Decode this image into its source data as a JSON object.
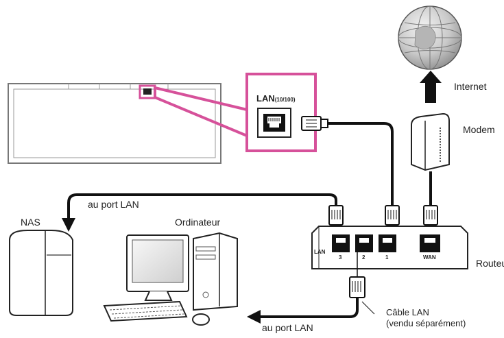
{
  "labels": {
    "internet": "Internet",
    "modem": "Modem",
    "nas": "NAS",
    "computer": "Ordinateur",
    "router": "Routeur",
    "to_lan_port_top": "au port LAN",
    "to_lan_port_bottom": "au port LAN",
    "lan_cable_line1": "Câble LAN",
    "lan_cable_line2": "(vendu séparément)"
  },
  "receiver_panel": {
    "port_label": "LAN",
    "port_speed": "(10/100)"
  },
  "router_ports": {
    "lan": "LAN",
    "port3": "3",
    "port2": "2",
    "port1": "1",
    "wan": "WAN"
  },
  "colors": {
    "highlight": "#d6519a",
    "line": "#111111",
    "device_fill": "#ffffff"
  }
}
